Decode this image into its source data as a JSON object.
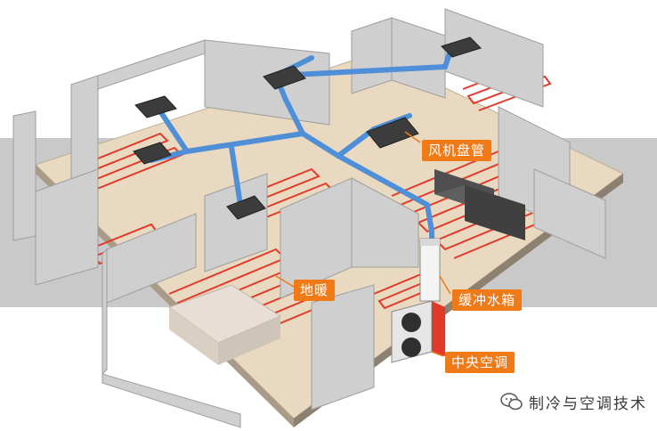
{
  "labels": {
    "fan_coil": "风机盘管",
    "floor_heating": "地暖",
    "buffer_tank": "缓冲水箱",
    "central_ac": "中央空调"
  },
  "watermark": {
    "text": "制冷与空调技术",
    "icon": "wechat-icon"
  },
  "colors": {
    "label_bg": "#ef7a16",
    "pipe_blue": "#4f8fd8",
    "heating_red": "#e23a2a",
    "wall": "#cfcfcf",
    "floor": "#e9d9c0",
    "band": "#c9c9c9"
  }
}
